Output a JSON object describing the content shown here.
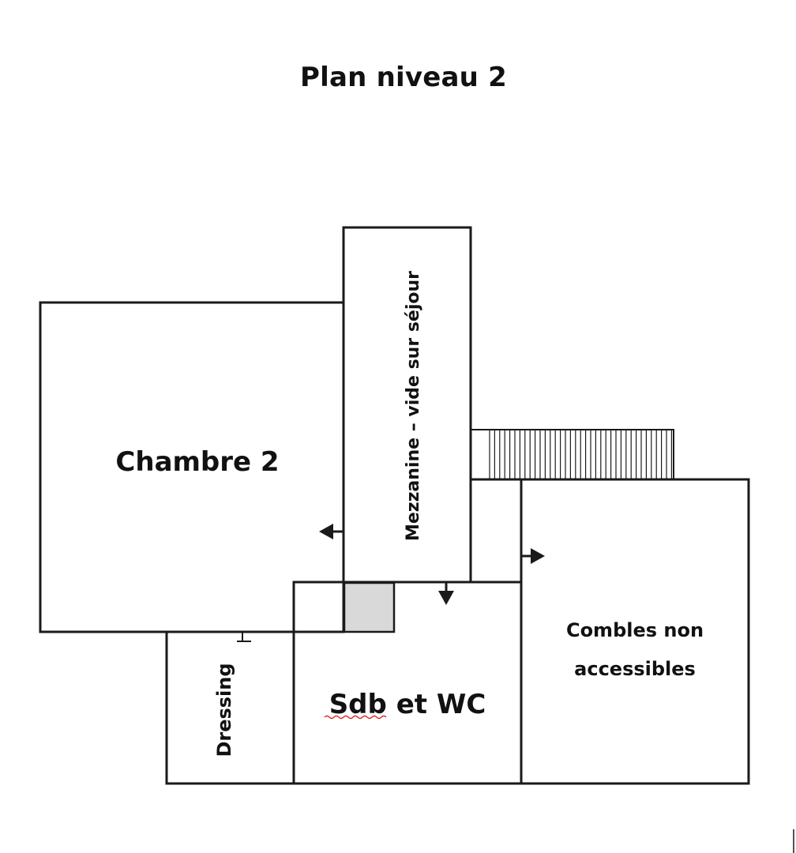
{
  "title": "Plan niveau 2",
  "rooms": {
    "chambre": "Chambre 2",
    "mezzanine": "Mezzanine – vide sur séjour",
    "dressing": "Dressing",
    "sdb": "Sdb et WC",
    "combles_line1": "Combles non",
    "combles_line2": "accessibles"
  },
  "colors": {
    "wall": "#1a1a1a",
    "duct_fill": "#d9d9d9",
    "spellcheck_underline": "#e02020"
  },
  "icons": [
    "arrow-left-icon",
    "arrow-down-icon",
    "arrow-right-icon",
    "staircase-icon"
  ]
}
